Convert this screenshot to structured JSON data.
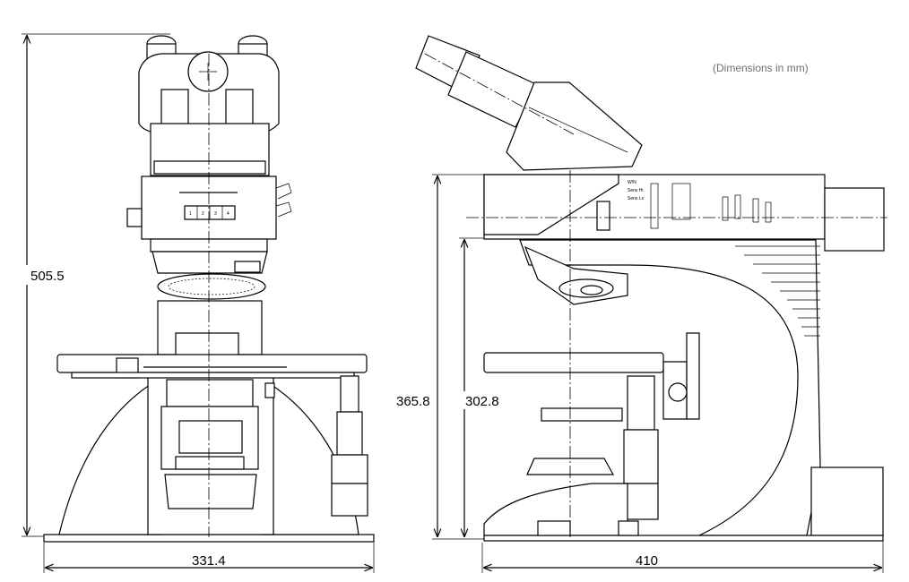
{
  "note": "(Dimensions in mm)",
  "front_view": {
    "height_label": "505.5",
    "width_label": "331.4",
    "nosepiece_numbers": [
      "1",
      "2",
      "3",
      "4"
    ]
  },
  "side_view": {
    "height_label_outer": "365.8",
    "height_label_inner": "302.8",
    "width_label": "410",
    "panel_labels": [
      "W/N",
      "Sens Hi",
      "Sens Lo"
    ]
  }
}
